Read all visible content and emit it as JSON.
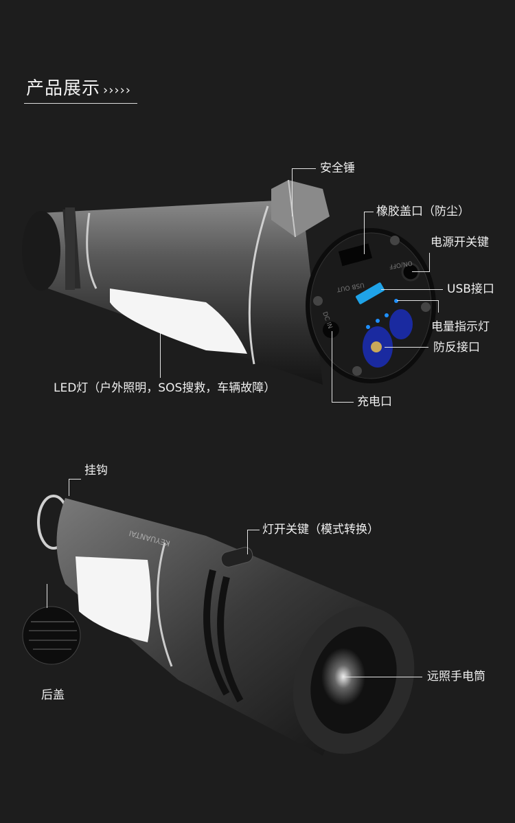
{
  "section_title": "产品展示",
  "section_title_suffix": "›››››",
  "top_view": {
    "labels": {
      "safety_hammer": "安全锤",
      "rubber_cover": "橡胶盖口（防尘）",
      "power_switch": "电源开关键",
      "usb_port": "USB接口",
      "battery_indicator": "电量指示灯",
      "anti_reverse_port": "防反接口",
      "charging_port": "充电口",
      "led_light": "LED灯（户外照明，SOS搜救，车辆故障）"
    },
    "panel_markings": {
      "usb": "USB OUT",
      "switch": "ON/OFF",
      "dc": "DC IN"
    },
    "indicator_color": "#1e90ff"
  },
  "bottom_view": {
    "labels": {
      "hook": "挂钩",
      "light_switch": "灯开关键（模式转换）",
      "rear_cover": "后盖",
      "long_range_torch": "远照手电筒"
    },
    "brand_text": "KEYUANTAI"
  }
}
